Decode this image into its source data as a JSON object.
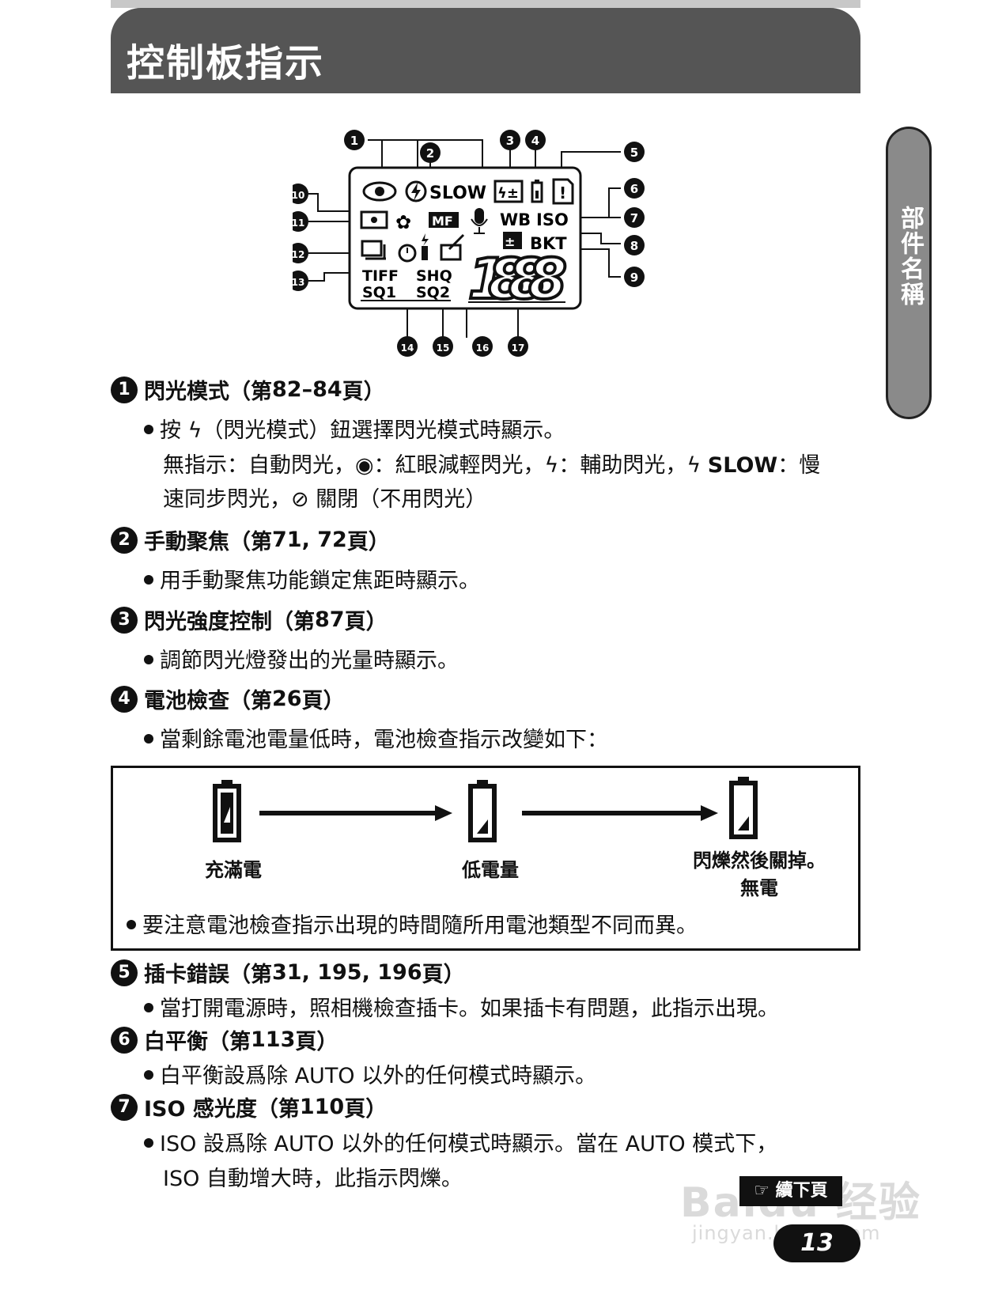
{
  "header": {
    "title": "控制板指示"
  },
  "side_tab": {
    "label": "部件名稱"
  },
  "diagram": {
    "callouts": [
      "1",
      "2",
      "3",
      "4",
      "5",
      "6",
      "7",
      "8",
      "9",
      "10",
      "11",
      "12",
      "13",
      "14",
      "15",
      "16",
      "17"
    ],
    "lcd": {
      "slow": "SLOW",
      "wb": "WB",
      "iso": "ISO",
      "mf": "MF",
      "bkt": "BKT",
      "tiff": "TIFF",
      "shq": "SHQ",
      "sq1": "SQ1",
      "sq2": "SQ2",
      "digits": "1888"
    }
  },
  "sections": [
    {
      "num": "1",
      "title_cn": "閃光模式（第 ",
      "pages": "82–84",
      "title_end": " 頁）",
      "line1": "按 ϟ（閃光模式）鈕選擇閃光模式時顯示。",
      "line2a": "無指示：自動閃光，◉：紅眼減輕閃光，ϟ：輔助閃光，ϟ ",
      "line2b": "SLOW",
      "line2c": "：慢",
      "line3": "速同步閃光，⊘ 關閉（不用閃光）"
    },
    {
      "num": "2",
      "title_cn": "手動聚焦（第 ",
      "pages": "71, 72",
      "title_end": " 頁）",
      "line1": "用手動聚焦功能鎖定焦距時顯示。"
    },
    {
      "num": "3",
      "title_cn": "閃光強度控制（第 ",
      "pages": "87",
      "title_end": " 頁）",
      "line1": "調節閃光燈發出的光量時顯示。"
    },
    {
      "num": "4",
      "title_cn": "電池檢查（第 ",
      "pages": "26",
      "title_end": " 頁）",
      "line1": "當剩餘電池電量低時，電池檢查指示改變如下："
    },
    {
      "num": "5",
      "title_cn": "插卡錯誤（第 ",
      "pages": "31, 195, 196",
      "title_end": " 頁）",
      "line1": "當打開電源時，照相機檢查插卡。如果插卡有問題，此指示出現。"
    },
    {
      "num": "6",
      "title_cn": "白平衡（第 ",
      "pages": "113",
      "title_end": " 頁）",
      "line1": "白平衡設爲除 AUTO 以外的任何模式時顯示。"
    },
    {
      "num": "7",
      "title_cn": "ISO 感光度（第 ",
      "pages": "110",
      "title_end": " 頁）",
      "line1": "ISO 設爲除 AUTO 以外的任何模式時顯示。當在 AUTO 模式下，",
      "line2": "ISO  自動增大時，此指示閃爍。"
    }
  ],
  "battery_box": {
    "states": [
      "充滿電",
      "低電量",
      "閃爍然後關掉。"
    ],
    "state3_sub": "無電",
    "note": "要注意電池檢查指示出現的時間隨所用電池類型不同而異。"
  },
  "footer": {
    "continue": "☞ 續下頁",
    "page_number": "13",
    "watermark": "Baidu 经验",
    "watermark_sub": "jingyan.baidu.com"
  }
}
